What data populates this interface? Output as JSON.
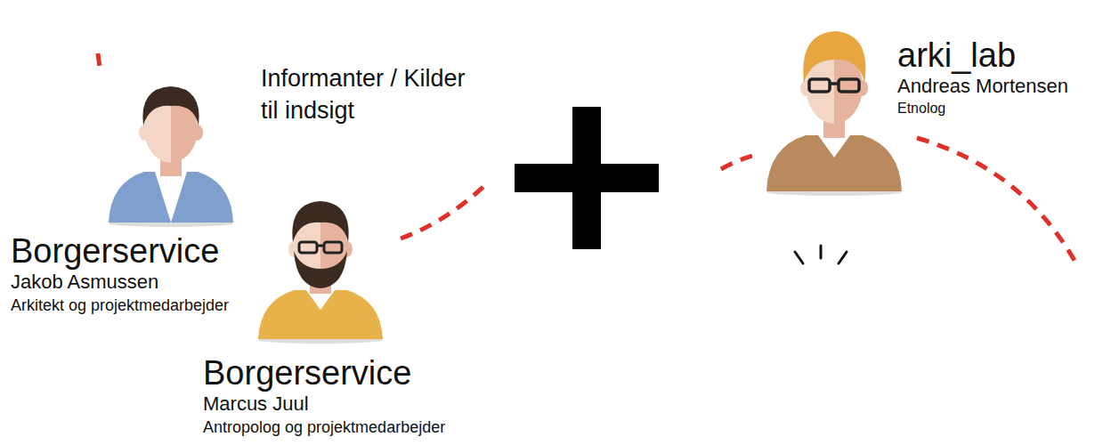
{
  "diagram": {
    "nodes": [
      {
        "text": [
          "Borgerservice",
          "Jakob Asmussen",
          "Arkitekt og projektmedarbejder"
        ]
      },
      {
        "text": [
          "Borgerservice",
          "Marcus Juul",
          "Antropolog og projektmedarbejder"
        ]
      },
      {
        "text": [
          "arki_lab",
          "Andreas Mortensen",
          "Etnolog"
        ]
      }
    ],
    "labels": [
      "Informanter / Kilder til indsigt"
    ]
  }
}
